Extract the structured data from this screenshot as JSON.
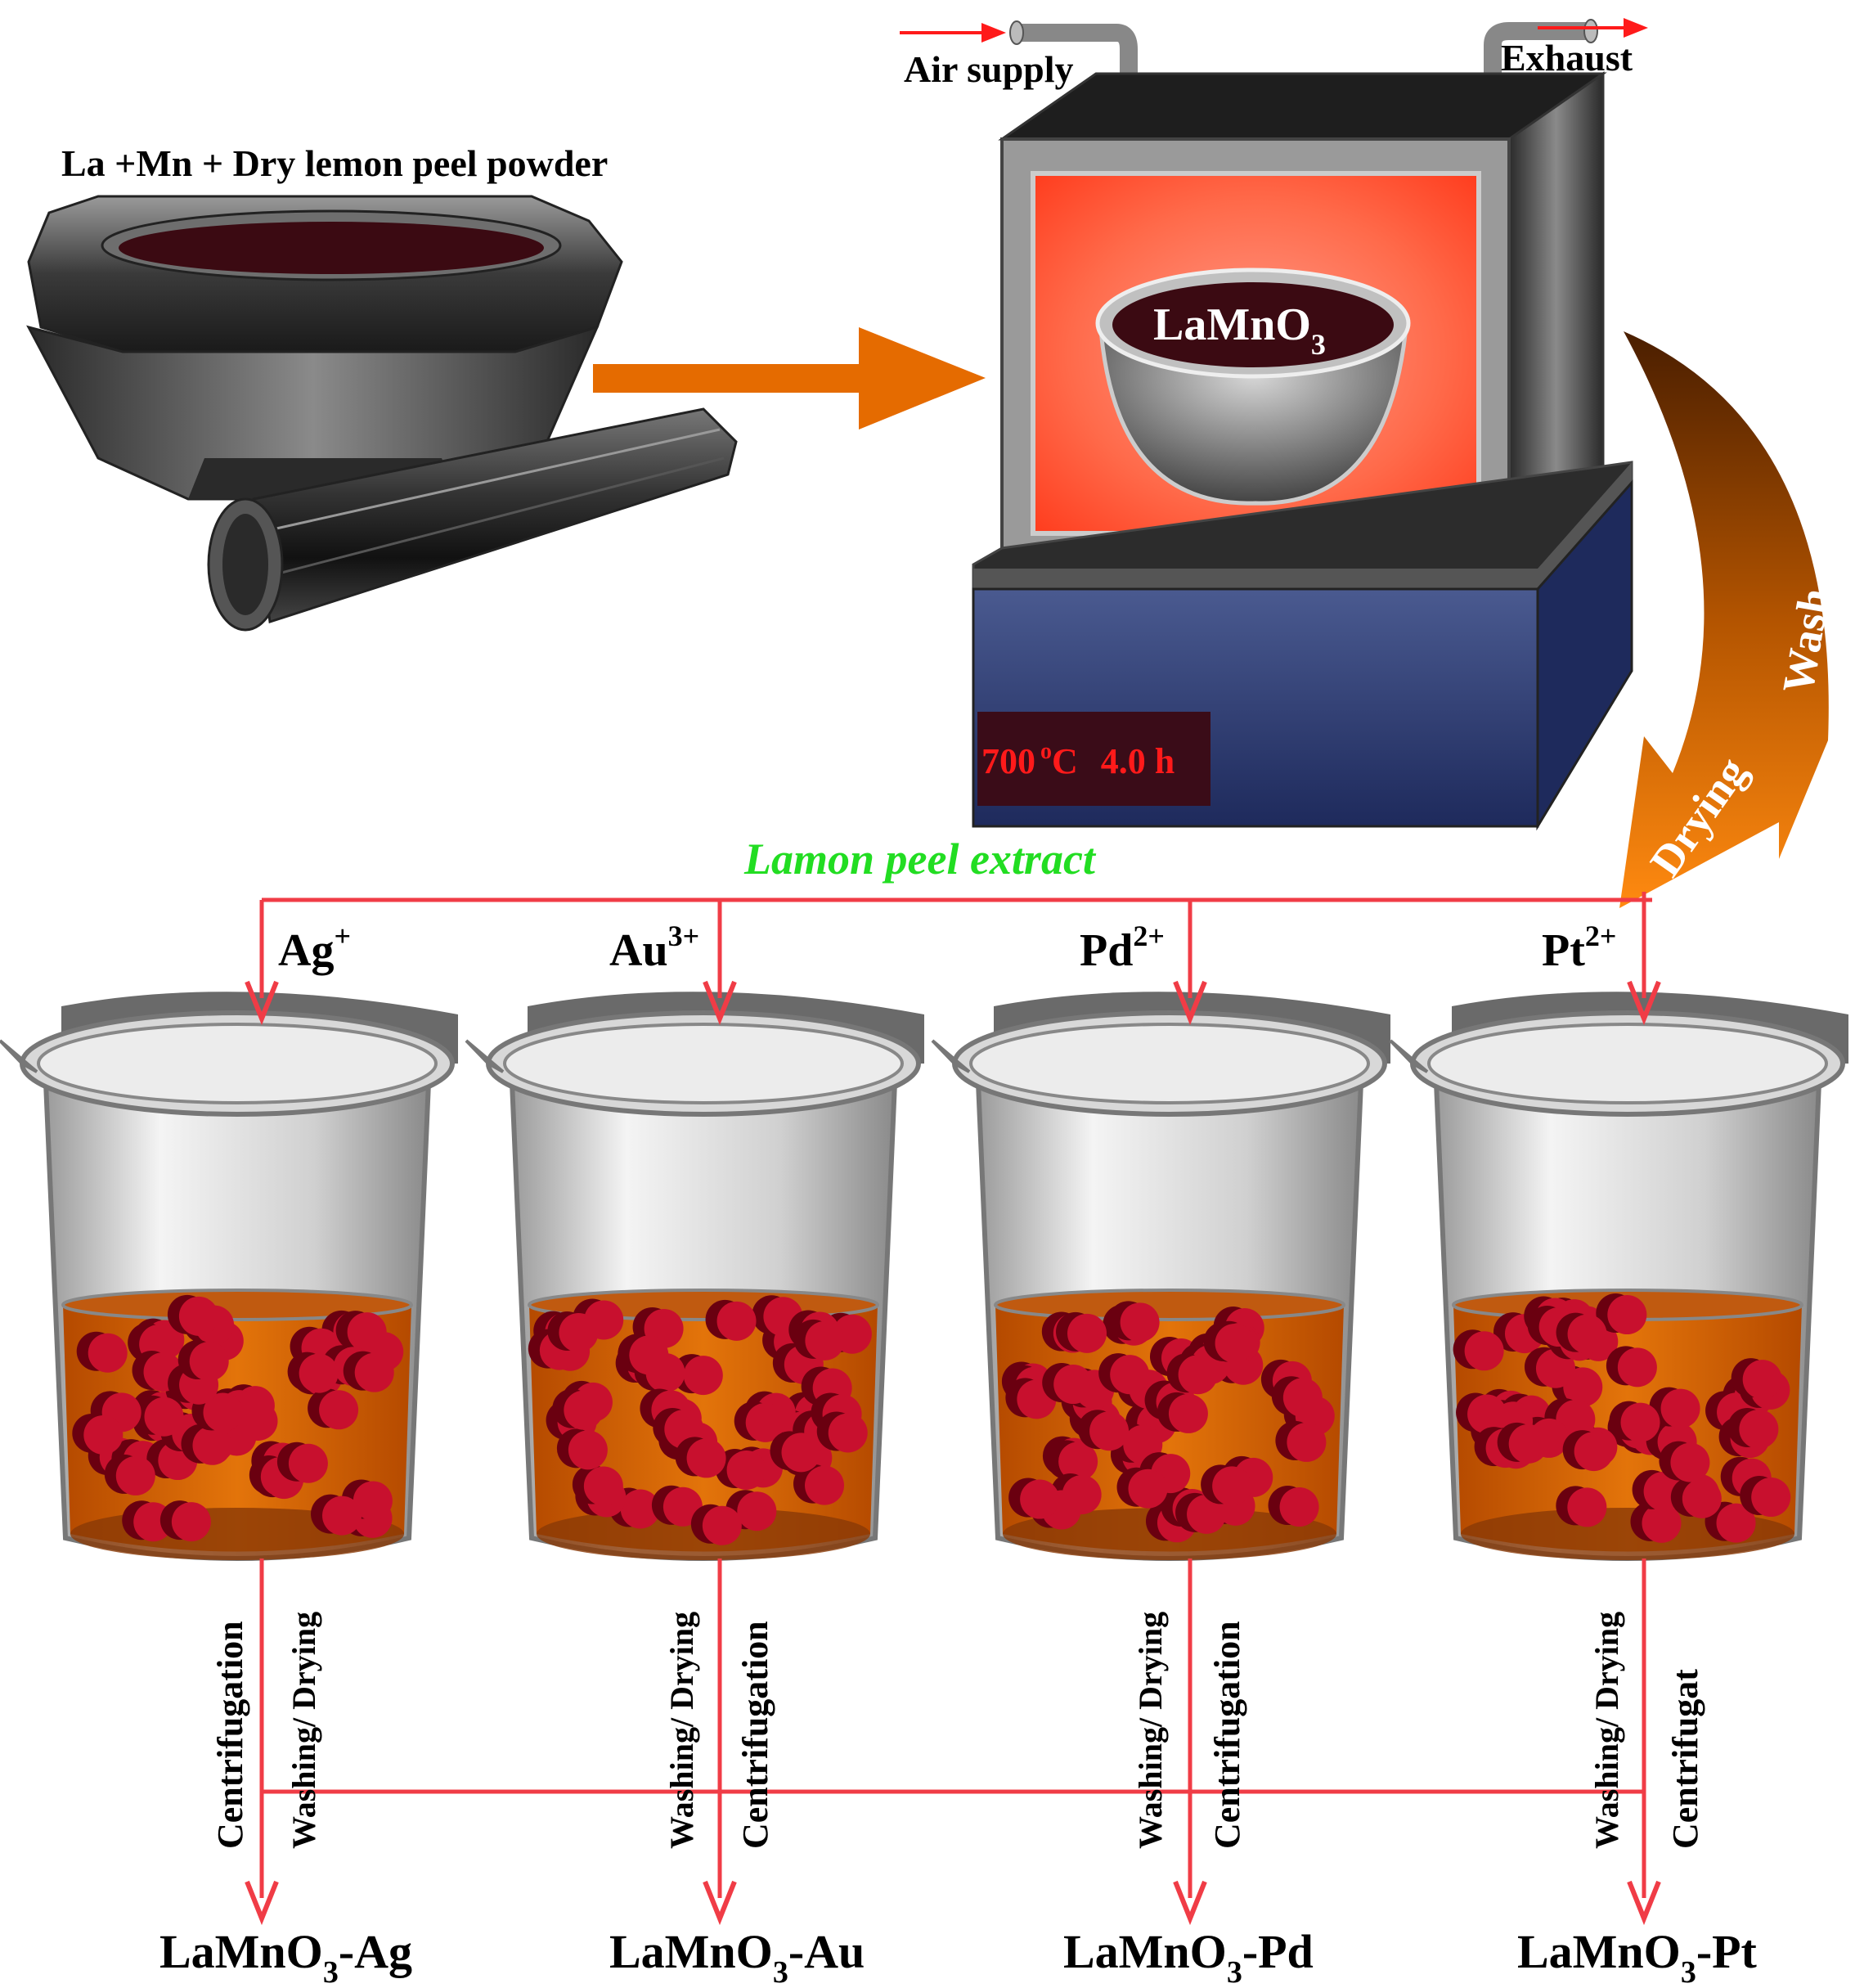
{
  "mortar": {
    "caption": "La +Mn + Dry lemon peel powder"
  },
  "furnace": {
    "air_supply": "Air supply",
    "exhaust": "Exhaust",
    "crucible_label": "LaMnO",
    "crucible_label_sub": "3",
    "temp_value": "700",
    "temp_deg": "o",
    "temp_unit": "C",
    "time": "4.0 h"
  },
  "curved_arrow": {
    "word1": "Wash",
    "word2": "Drying"
  },
  "extract_label": "Lamon peel extract",
  "ions": [
    {
      "base": "Ag",
      "sup": "+"
    },
    {
      "base": "Au",
      "sup": "3+"
    },
    {
      "base": "Pd",
      "sup": "2+"
    },
    {
      "base": "Pt",
      "sup": "2+"
    }
  ],
  "steps": [
    {
      "left": "Centrifugation",
      "right": "Washing/ Drying"
    },
    {
      "left": "Washing/ Drying",
      "right": "Centrifugation"
    },
    {
      "left": "Washing/ Drying",
      "right": "Centrifugation"
    },
    {
      "left": "Washing/ Drying",
      "right": "Centrifugat"
    }
  ],
  "products": [
    {
      "base": "LaMnO",
      "sub": "3",
      "suffix": "-Ag"
    },
    {
      "base": "LaMnO",
      "sub": "3",
      "suffix": "-Au"
    },
    {
      "base": "LaMnO",
      "sub": "3",
      "suffix": "-Pd"
    },
    {
      "base": "LaMnO",
      "sub": "3",
      "suffix": "-Pt"
    }
  ],
  "colors": {
    "flow_line": "#f03c46",
    "orange_arrow": "#e56b00",
    "furnace_chamber": "#ff5a38",
    "furnace_base": "#2a3a72",
    "liquid": "#d9640a",
    "particle": "#b0102a",
    "extract_text": "#22dd22",
    "display_text": "#ff1a1a"
  }
}
